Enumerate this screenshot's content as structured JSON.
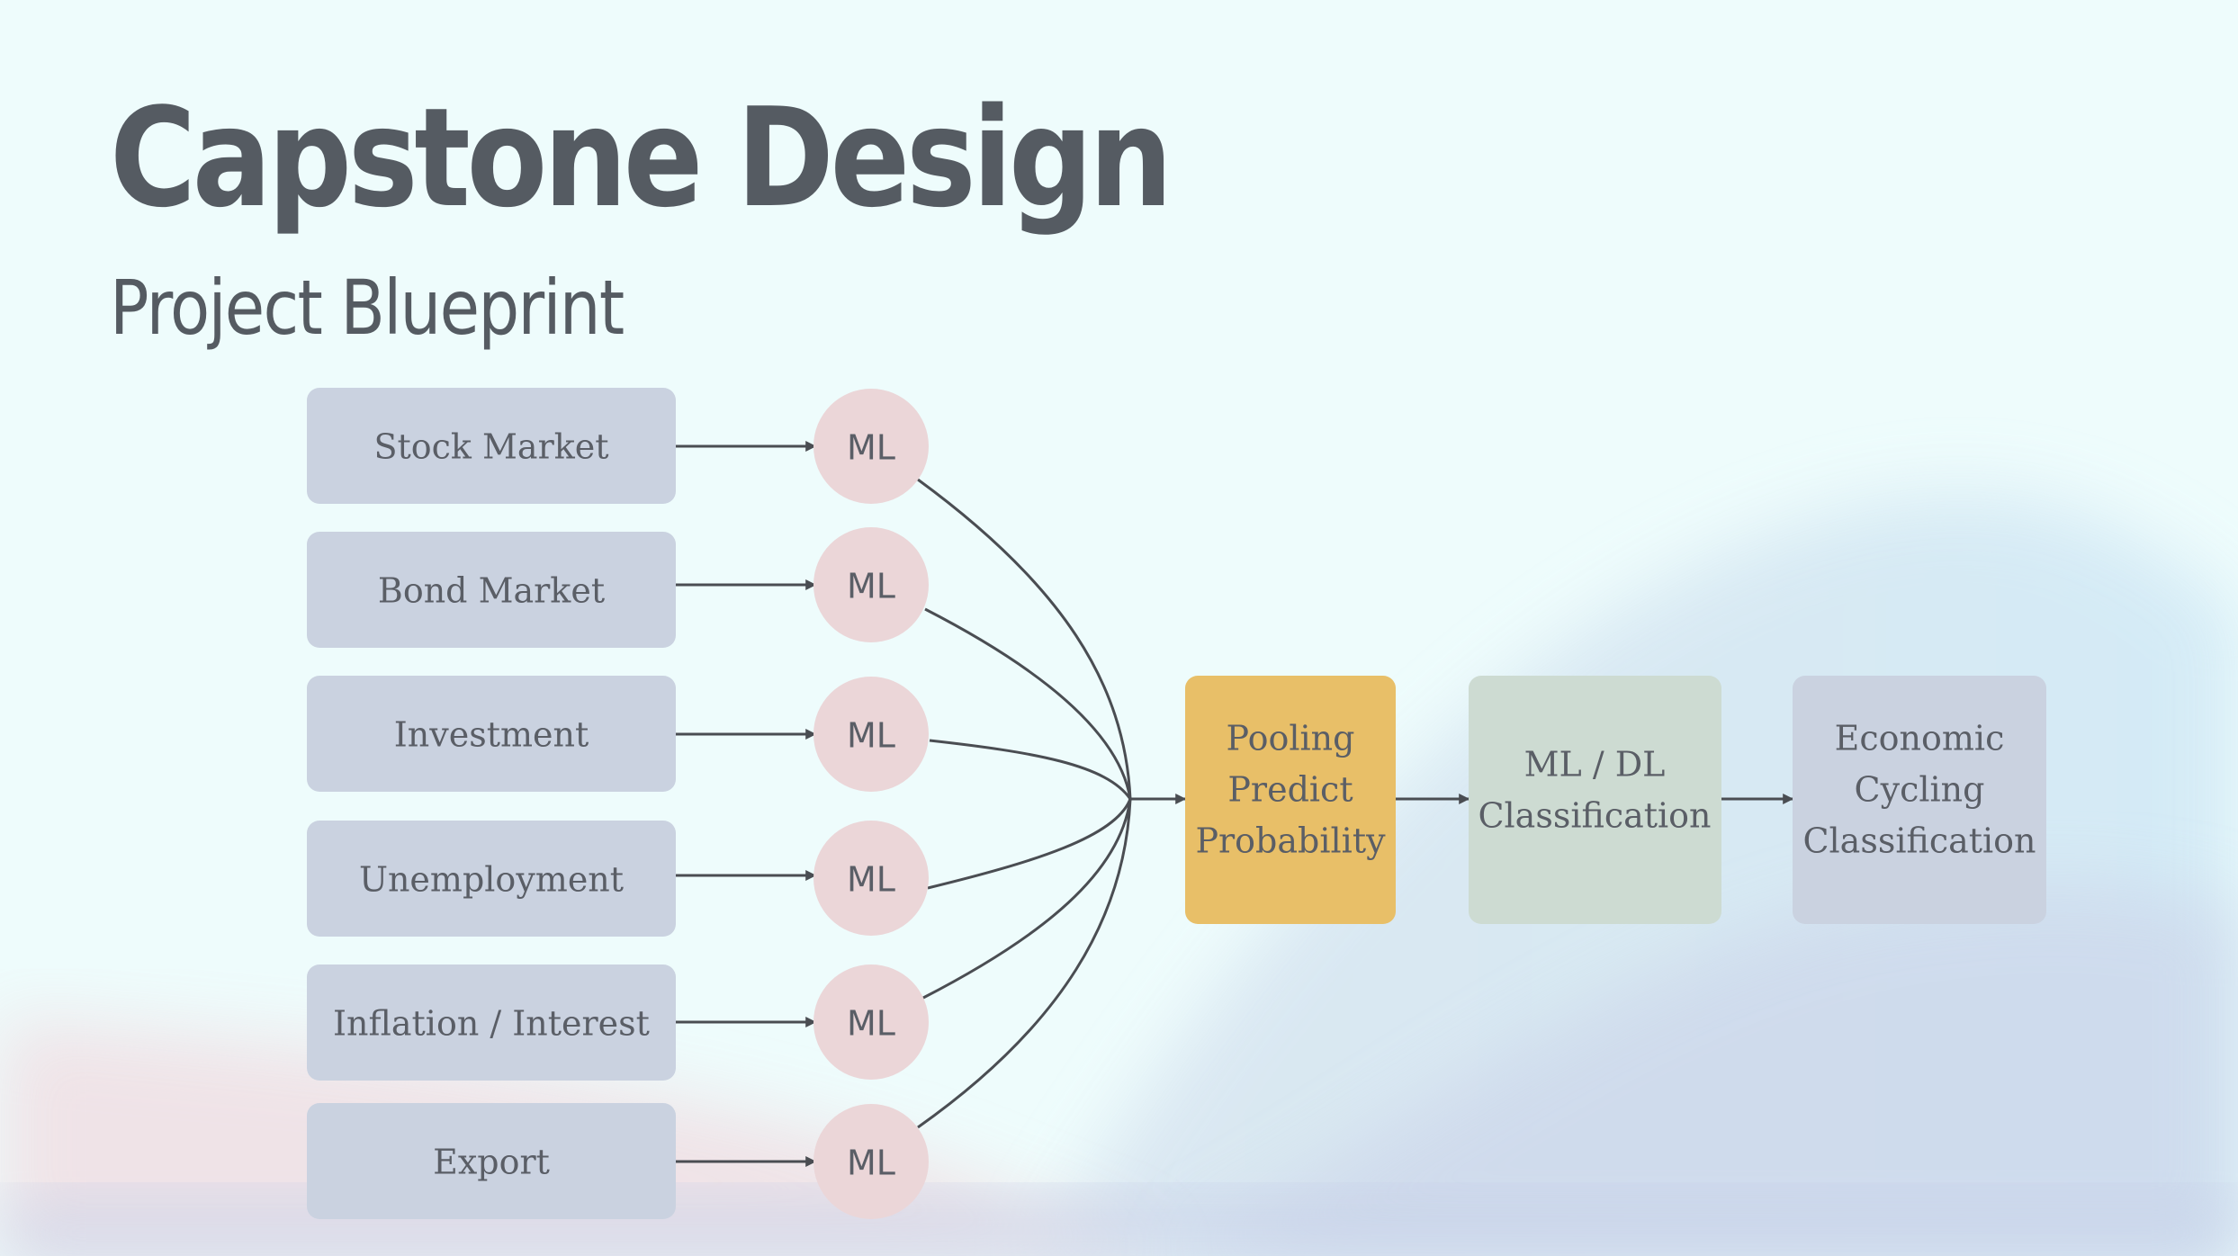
{
  "title": "Capstone Design",
  "subtitle": "Project Blueprint",
  "inputs": [
    "Stock Market",
    "Bond Market",
    "Investment",
    "Unemployment",
    "Inflation / Interest",
    "Export"
  ],
  "ml_label": "ML",
  "pooling": [
    "Pooling",
    "Predict",
    "Probability"
  ],
  "classifier": [
    "ML / DL",
    "Classification"
  ],
  "output": [
    "Economic",
    "Cycling",
    "Classification"
  ],
  "colors": {
    "title": "#555b62",
    "input_box": "#cad2e0",
    "ml_circle": "#ebd6d8",
    "pooling_box": "#e8bf68",
    "classifier_box": "#cddbd2",
    "output_box": "#cad2e0",
    "connector": "#4a4d52"
  }
}
